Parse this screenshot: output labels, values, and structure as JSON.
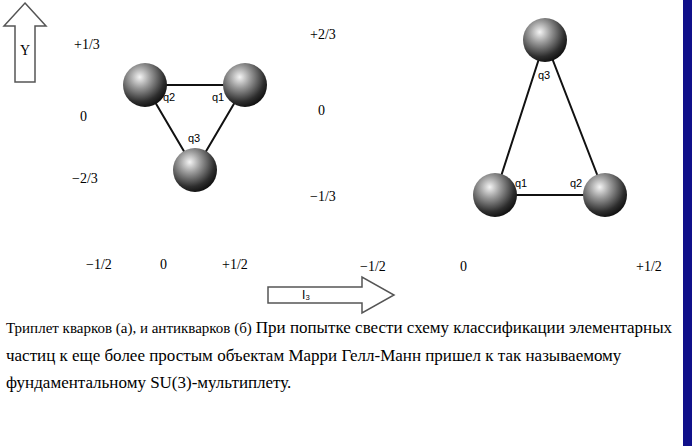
{
  "diagram": {
    "caption": "Триплет кварков (а), и антикварков (б)",
    "labels": [
      "Y",
      "+1/3",
      "0",
      "−2/3",
      "−1/2",
      "0",
      "+1/2",
      "q2",
      "q1",
      "q3",
      "+2/3",
      "0",
      "−1/3",
      "−1/2",
      "0",
      "+1/2",
      "q3",
      "q1",
      "q2",
      "I₃",
      "При попытке свести схему классификации элементарных частиц к еще более простым объектам Марри Гелл-Манн пришел к так называемому фундаментальному SU(3)-мультиплету."
    ]
  }
}
